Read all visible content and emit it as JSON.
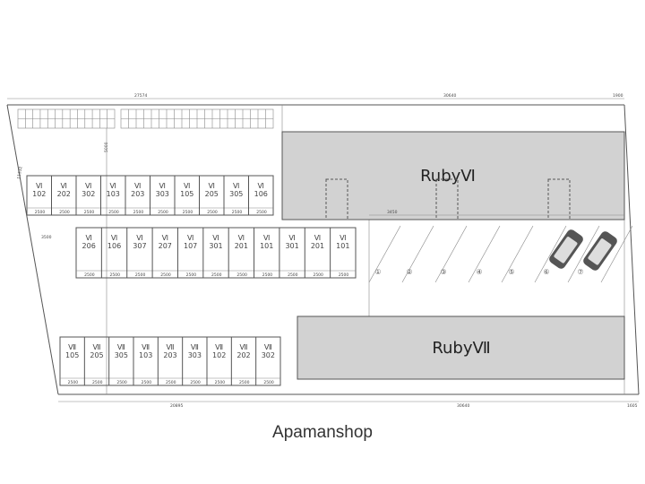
{
  "buildings": {
    "north": "RubyⅥ",
    "south": "RubyⅦ"
  },
  "dimensions": {
    "top_left": "27574",
    "top_right": "30640",
    "top_corner": "1900",
    "bottom_left": "20895",
    "bottom_right": "30640",
    "bottom_corner": "1605",
    "cell_width": "2500",
    "parking_width": "3450",
    "left_edge": "11332",
    "offset_left": "3500",
    "drive": "5000"
  },
  "unit_rows": [
    {
      "prefix": "Ⅵ",
      "units": [
        "102",
        "202",
        "302",
        "103",
        "203",
        "303",
        "105",
        "205",
        "305",
        "106"
      ]
    },
    {
      "prefix": "Ⅵ",
      "units": [
        "206",
        "106",
        "307",
        "207",
        "107",
        "301",
        "201",
        "101",
        "301",
        "201",
        "101"
      ]
    },
    {
      "prefix": "Ⅶ",
      "units": [
        "105",
        "205",
        "305",
        "103",
        "203",
        "303",
        "102",
        "202",
        "302"
      ]
    }
  ],
  "parking_slots": [
    "①",
    "②",
    "③",
    "④",
    "⑤",
    "⑥",
    "⑦"
  ],
  "watermark": "Apamanshop"
}
